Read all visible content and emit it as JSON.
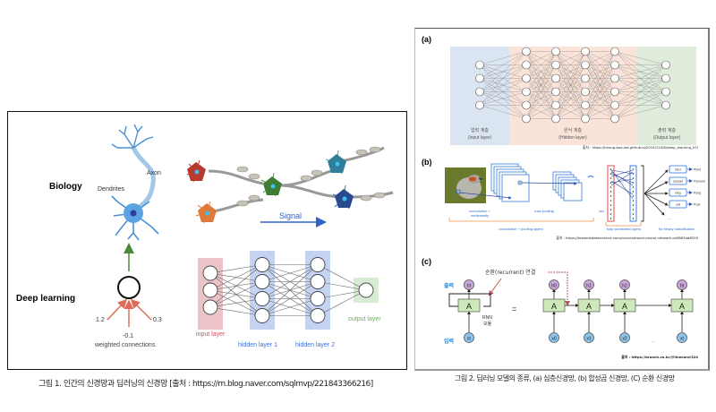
{
  "figure1": {
    "row_labels": {
      "biology": "Biology",
      "deep_learning": "Deep learning"
    },
    "neuron_labels": {
      "axon": "Axon",
      "dendrites": "Dendrites"
    },
    "signal_label": "Signal",
    "weights": [
      "1.2",
      "-0.1",
      "0.3"
    ],
    "weights_caption": "weighted connections",
    "network": {
      "input_label": "input layer",
      "hidden1_label": "hidden layer 1",
      "hidden2_label": "hidden layer 2",
      "output_label": "output layer",
      "layer_sizes": [
        3,
        4,
        4,
        1
      ]
    },
    "colors": {
      "input": "#e8b9bd",
      "hidden": "#b7c9ec",
      "output": "#cde6c8",
      "input_text": "#d4505a",
      "hidden_text": "#3b6fd6",
      "output_text": "#6aaa5c",
      "signal": "#2f62c8",
      "arrow_up": "#4a8a3a",
      "arrow_in": "#e06a5a"
    },
    "caption": "그림 1. 인간의 신경망과 딥러닝의 신경망 [출처 : https://m.blog.naver.com/sqlmvp/221843366216]"
  },
  "figure2": {
    "panel_a": {
      "tag": "(a)",
      "input_label_kr": "입력 계층",
      "input_label_en": "(Input layer)",
      "hidden_label_kr": "은닉 계층",
      "hidden_label_en": "(Hidden layer)",
      "output_label_kr": "출력 계층",
      "output_label_en": "(Output layer)",
      "layer_sizes": [
        4,
        6,
        6,
        6,
        6,
        4
      ],
      "source": "출처 : https://heung-bae-lee.github.io/2019/12/08/deep_learning_03/"
    },
    "panel_b": {
      "tag": "(b)",
      "conv_label": "convolution + nonlinearity",
      "conv_label_1": "convolution +",
      "conv_label_2": "nonlinearity",
      "pool_label": "max pooling",
      "vec_label": "vec",
      "conv_pool_label": "convolution + pooling layers",
      "fc_label": "fully connected layers",
      "classify_label": "Nx binary classification",
      "classes": [
        "bird",
        "sunset",
        "dog",
        "cat"
      ],
      "probs": [
        "Pbird",
        "Psunset",
        "Pdog",
        "Pcat"
      ],
      "more": "...",
      "source": "출처 : https://towardsdatascience.com/convolutional-neural-network-cb0883dd6529"
    },
    "panel_c": {
      "tag": "(c)",
      "recurrent_label": "순환(recurrent) 연결",
      "output_label": "출력",
      "input_label": "입력",
      "cell_label": "A",
      "rnn_module_1": "RNN",
      "rnn_module_2": "모듈",
      "equals": "=",
      "h_labels": [
        "ht",
        "h0",
        "h1",
        "h2",
        "ht"
      ],
      "x_labels": [
        "xt",
        "x0",
        "x1",
        "x2",
        "xt"
      ],
      "ellipsis": "...",
      "source": "출처 : https://brunch.co.kr/@linecard/324"
    },
    "caption": "그림 2. 딥러닝 모델의 종류, (a) 심층신경망, (b) 합성곱 신경망, (C) 순환 신경망"
  }
}
